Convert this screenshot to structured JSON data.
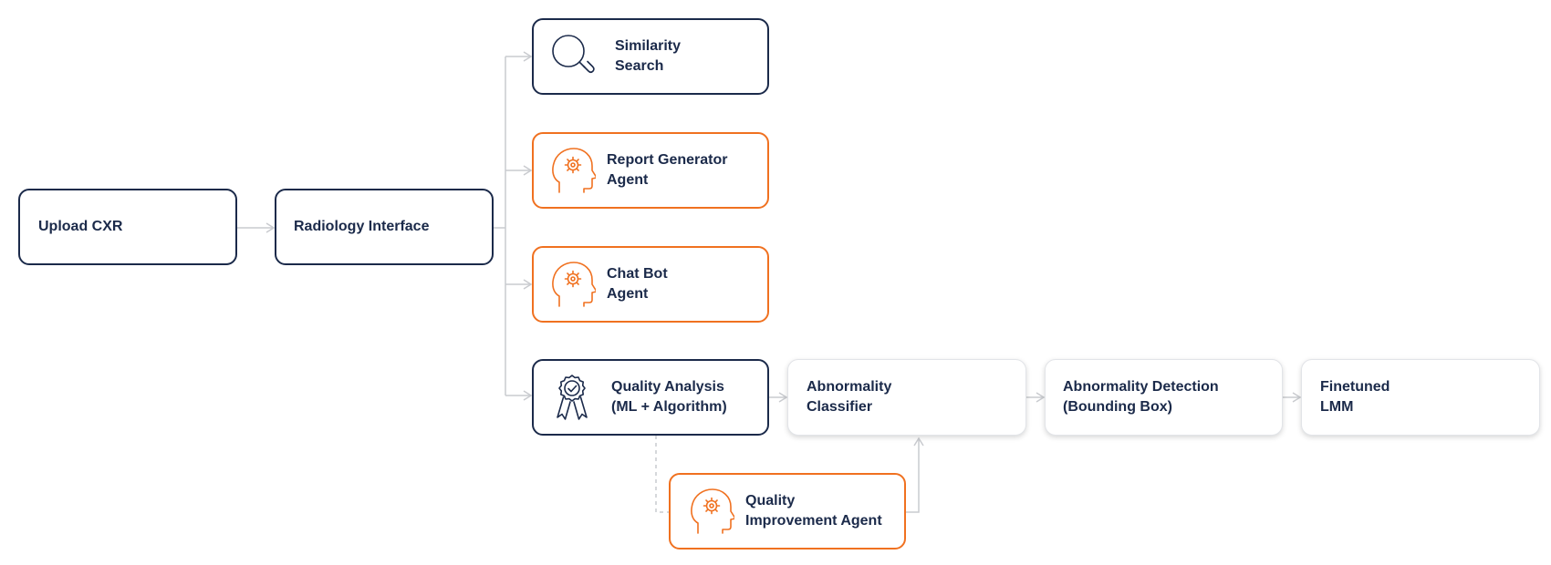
{
  "nodes": {
    "upload": "Upload CXR",
    "interface": "Radiology Interface",
    "similarity": "Similarity\nSearch",
    "report": "Report Generator\nAgent",
    "chatbot": "Chat Bot\nAgent",
    "quality": "Quality Analysis\n(ML + Algorithm)",
    "classifier": "Abnormality\nClassifier",
    "detection": "Abnormality Detection\n(Bounding Box)",
    "lmm": "Finetuned\nLMM",
    "improvement": "Quality\nImprovement Agent"
  },
  "icons": {
    "similarity": "magnifier-icon",
    "report": "head-gear-icon",
    "chatbot": "head-gear-icon",
    "quality": "award-badge-icon",
    "improvement": "head-gear-icon"
  },
  "colors": {
    "navy": "#1b2a4a",
    "orange": "#f07120",
    "connector": "#c9cbcf"
  }
}
